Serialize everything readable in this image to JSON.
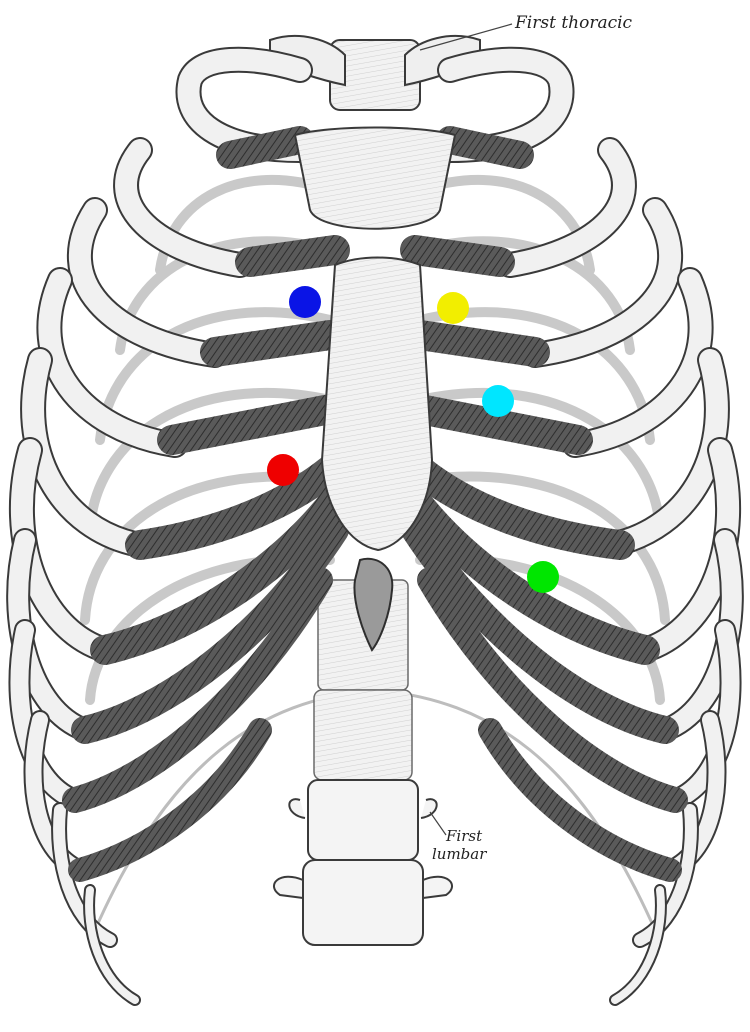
{
  "labels": {
    "first_thoracic": "First thoracic",
    "first_lumbar_line1": "First",
    "first_lumbar_line2": "lumbar"
  },
  "markers": [
    {
      "name": "blue-marker",
      "color": "#0a14e6"
    },
    {
      "name": "yellow-marker",
      "color": "#f2ee00"
    },
    {
      "name": "cyan-marker",
      "color": "#00e6ff"
    },
    {
      "name": "red-marker",
      "color": "#ef0000"
    },
    {
      "name": "green-marker",
      "color": "#00e600"
    }
  ],
  "colors": {
    "bone_fill": "#f1f1f1",
    "bone_stroke": "#3a3a3a",
    "cartilage": "#4e4e4e",
    "background": "#ffffff"
  }
}
